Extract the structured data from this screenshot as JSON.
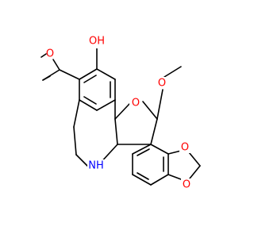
{
  "structure": {
    "colors": {
      "bond": "#000000",
      "carbon": "#000000",
      "oxygen": "#ff0000",
      "nitrogen": "#0000ff"
    },
    "labels": {
      "hydroxyl": "OH",
      "methoxy_oxygen_left": "O",
      "ring_oxygen": "O",
      "methoxy_oxygen_right": "O",
      "dioxole_oxygen_top": "O",
      "dioxole_oxygen_bottom": "O",
      "amine": "NH"
    }
  }
}
